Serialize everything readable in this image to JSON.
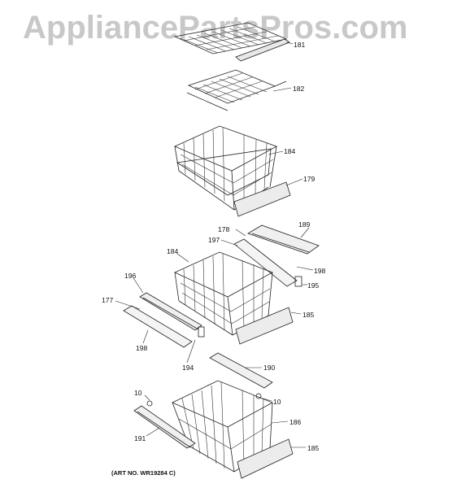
{
  "watermark": "AppliancePartsPros.com",
  "art_number": "(ART NO. WR19284 C)",
  "callouts": [
    "181",
    "182",
    "184",
    "179",
    "178",
    "189",
    "197",
    "184",
    "198",
    "196",
    "195",
    "177",
    "185",
    "198",
    "194",
    "190",
    "10",
    "10",
    "186",
    "191",
    "185"
  ]
}
